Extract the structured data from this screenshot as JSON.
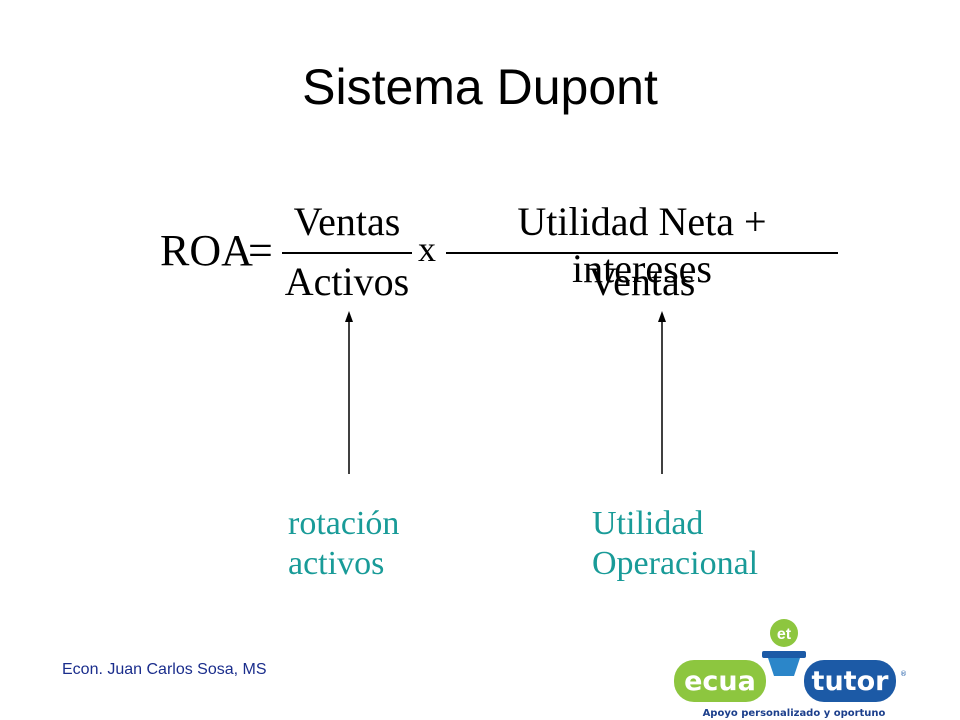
{
  "slide": {
    "title": "Sistema Dupont",
    "formula": {
      "lhs": "ROA",
      "equals": "=",
      "fraction1": {
        "numerator": "Ventas",
        "denominator": "Activos"
      },
      "times": "x",
      "fraction2": {
        "numerator": "Utilidad Neta + intereses",
        "denominator": "Ventas"
      }
    },
    "annotations": [
      {
        "line1": "rotación",
        "line2": "activos"
      },
      {
        "line1": "Utilidad",
        "line2": "Operacional"
      }
    ],
    "footer": "Econ. Juan Carlos Sosa, MS",
    "logo": {
      "badge": "et",
      "word1": "ecua",
      "word2": "tutor",
      "tagline": "Apoyo personalizado y oportuno",
      "colors": {
        "green": "#8dc63f",
        "blue": "#1c5aa6",
        "cyan": "#2b86c9"
      }
    },
    "colors": {
      "annotation": "#199b98",
      "footer": "#1a2d8c"
    }
  }
}
